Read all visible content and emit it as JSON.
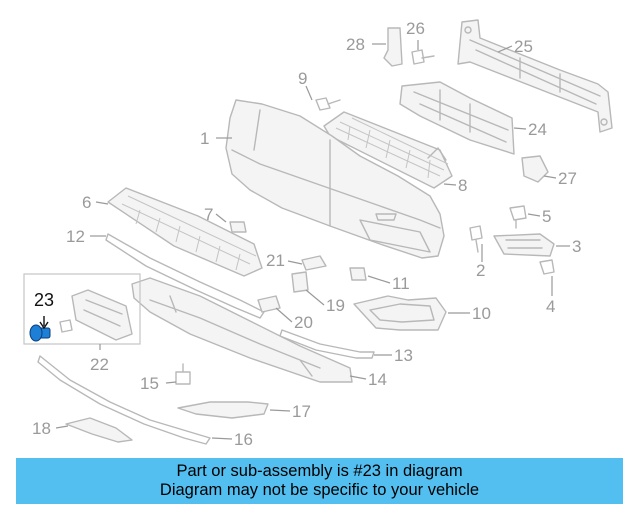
{
  "diagram": {
    "callouts": [
      "1",
      "2",
      "3",
      "4",
      "5",
      "6",
      "7",
      "8",
      "9",
      "10",
      "11",
      "12",
      "13",
      "14",
      "15",
      "16",
      "17",
      "18",
      "19",
      "20",
      "21",
      "22",
      "23",
      "24",
      "25",
      "26",
      "27",
      "28"
    ],
    "highlighted_part": "23",
    "colors": {
      "highlight": "#1e7fd6",
      "line_art": "#b8b8b8",
      "banner": "#53bff0"
    }
  },
  "banner": {
    "line1": "Part or sub-assembly is #23 in diagram",
    "line2": "Diagram may not be specific to your vehicle"
  }
}
